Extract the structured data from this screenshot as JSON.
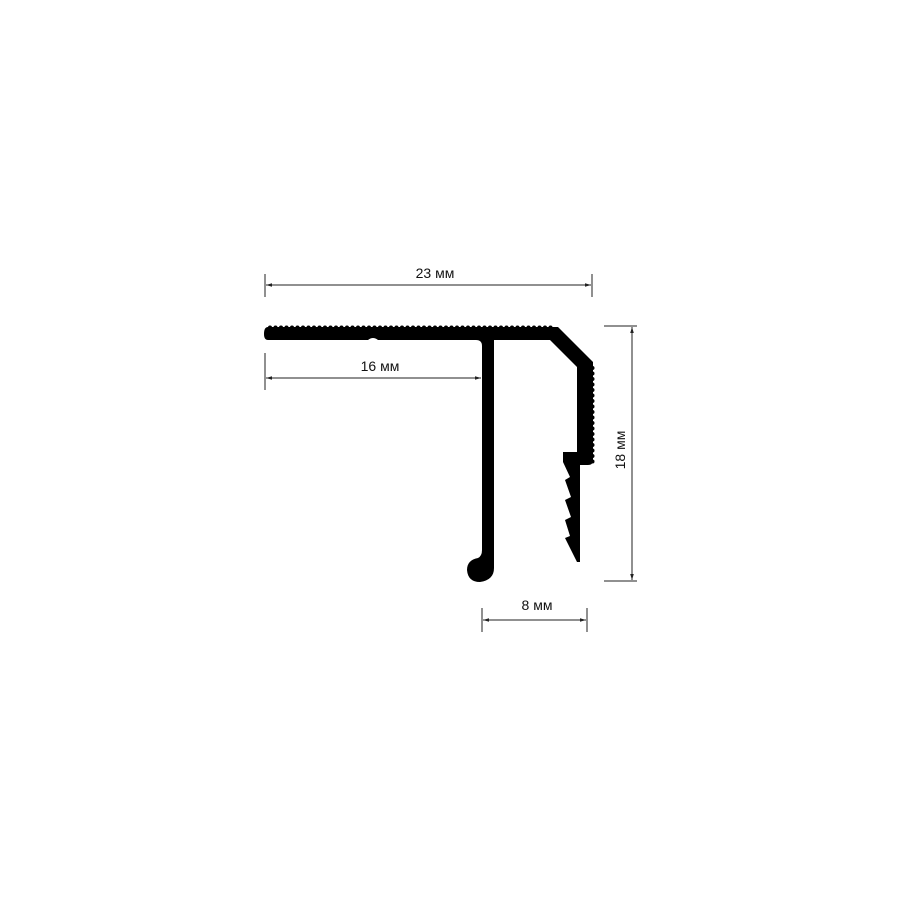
{
  "drawing": {
    "profile_color": "#000000",
    "dimensions": {
      "overall_width": "23 мм",
      "flange_to_stem": "16 мм",
      "height": "18 мм",
      "bottom_width": "8 мм"
    }
  }
}
